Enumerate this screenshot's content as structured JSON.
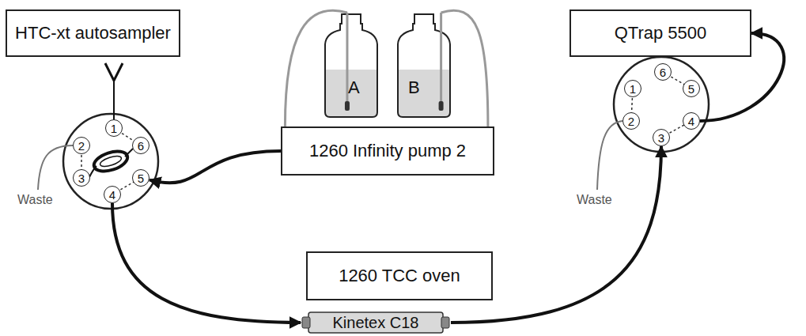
{
  "diagram": {
    "nodes": [
      {
        "text": [
          "HTC-xt autosampler"
        ]
      },
      {
        "text": [
          "A"
        ]
      },
      {
        "text": [
          "B"
        ]
      },
      {
        "text": [
          "QTrap 5500"
        ]
      },
      {
        "text": [
          "1260 Infinity pump 2"
        ]
      },
      {
        "text": [
          "1"
        ]
      },
      {
        "text": [
          "2"
        ]
      },
      {
        "text": [
          "3"
        ]
      },
      {
        "text": [
          "4"
        ]
      },
      {
        "text": [
          "5"
        ]
      },
      {
        "text": [
          "6"
        ]
      },
      {
        "text": [
          "1"
        ]
      },
      {
        "text": [
          "2"
        ]
      },
      {
        "text": [
          "3"
        ]
      },
      {
        "text": [
          "4"
        ]
      },
      {
        "text": [
          "5"
        ]
      },
      {
        "text": [
          "6"
        ]
      },
      {
        "text": [
          "1260 TCC oven"
        ]
      },
      {
        "text": [
          "Kinetex C18"
        ]
      }
    ],
    "edges": [
      {
        "from": 1,
        "to": 4,
        "arrow": "none"
      },
      {
        "from": 2,
        "to": 4,
        "arrow": "none"
      },
      {
        "from": 4,
        "to": 9,
        "arrow": "to"
      },
      {
        "from": 8,
        "to": 18,
        "arrow": "to"
      },
      {
        "from": 18,
        "to": 13,
        "arrow": "to"
      },
      {
        "from": 14,
        "to": 3,
        "arrow": "to"
      }
    ],
    "labels": [
      "Waste",
      "Waste"
    ]
  }
}
